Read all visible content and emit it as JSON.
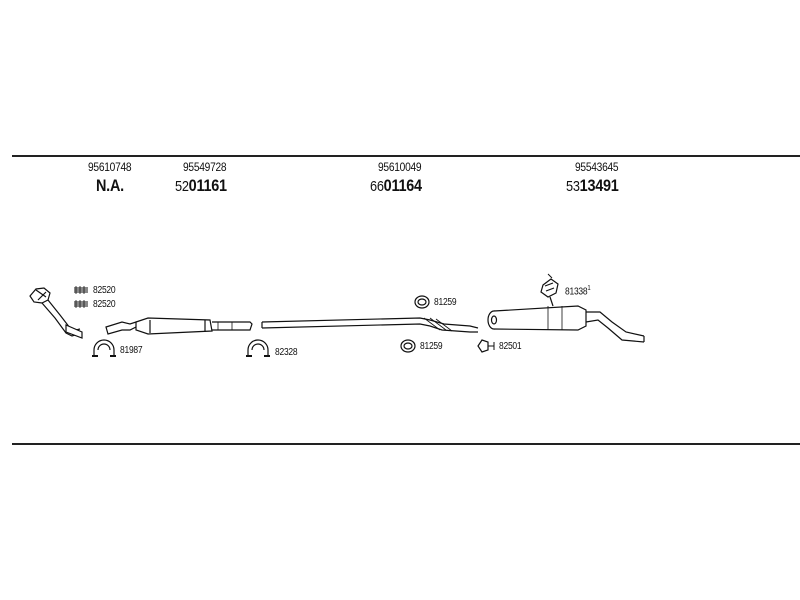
{
  "columns": [
    {
      "oe": "95610748",
      "part_prefix": "",
      "part_main": "N.A."
    },
    {
      "oe": "95549728",
      "part_prefix": "52",
      "part_main": "01161"
    },
    {
      "oe": "95610049",
      "part_prefix": "66",
      "part_main": "01164"
    },
    {
      "oe": "95543645",
      "part_prefix": "53",
      "part_main": "13491"
    }
  ],
  "labels": {
    "bolt_a": "82520",
    "bolt_b": "82520",
    "clamp_front": "81987",
    "clamp_mid": "82328",
    "ring_upper": "81259",
    "ring_lower": "81259",
    "hanger": "82501",
    "mount": "81338",
    "mount_sup": "1"
  }
}
